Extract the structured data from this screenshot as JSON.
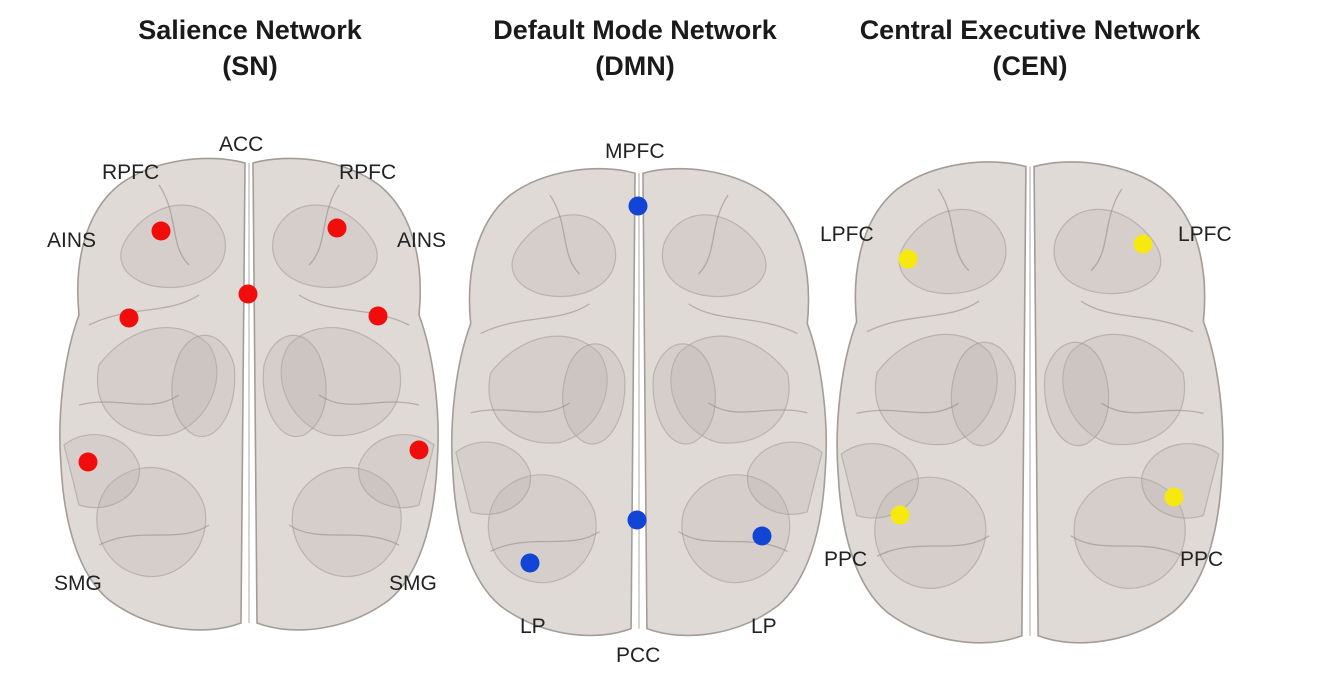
{
  "networks": [
    {
      "title": "Salience Network",
      "abbr": "(SN)",
      "dot_color": "#f20d0d",
      "labels": [
        "ACC",
        "RPFC",
        "RPFC",
        "AINS",
        "AINS",
        "SMG",
        "SMG"
      ]
    },
    {
      "title": "Default Mode Network",
      "abbr": "(DMN)",
      "dot_color": "#1245d6",
      "labels": [
        "MPFC",
        "LP",
        "LP",
        "PCC"
      ]
    },
    {
      "title": "Central Executive Network",
      "abbr": "(CEN)",
      "dot_color": "#f7e80f",
      "labels": [
        "LPFC",
        "LPFC",
        "PPC",
        "PPC"
      ]
    }
  ],
  "brain_fill": "#d9d3cf",
  "brain_stroke": "#a59c97"
}
